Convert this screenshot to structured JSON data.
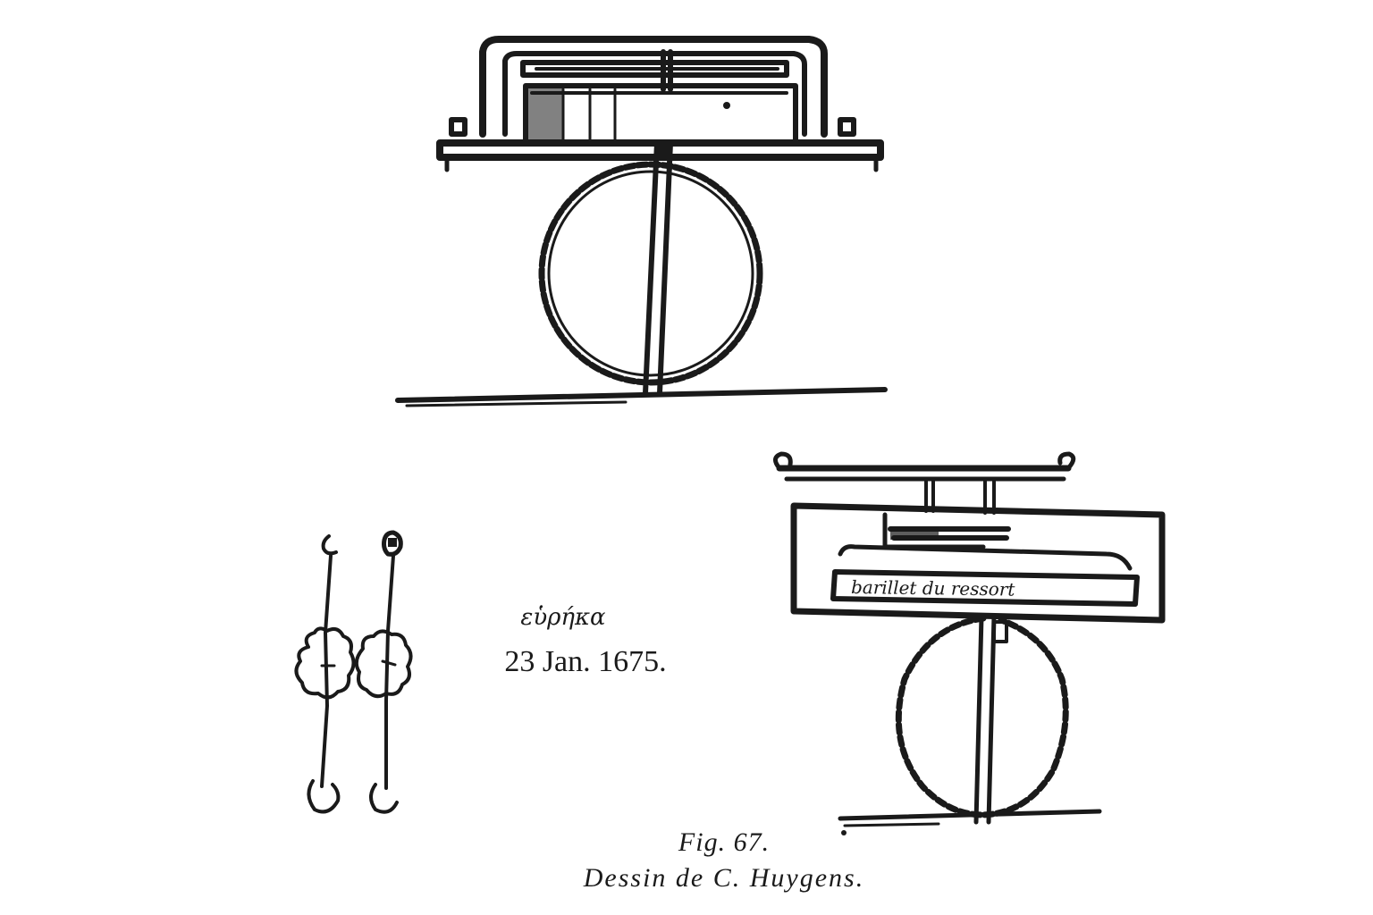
{
  "annotation": {
    "greek_word": "εὑρήκα",
    "date": "23 Jan. 1675."
  },
  "handwritten_label": "barillet du ressort",
  "caption": {
    "figure": "Fig. 67.",
    "author": "Dessin de C. Huygens."
  },
  "colors": {
    "ink": "#1a1a1a",
    "paper": "#ffffff"
  }
}
